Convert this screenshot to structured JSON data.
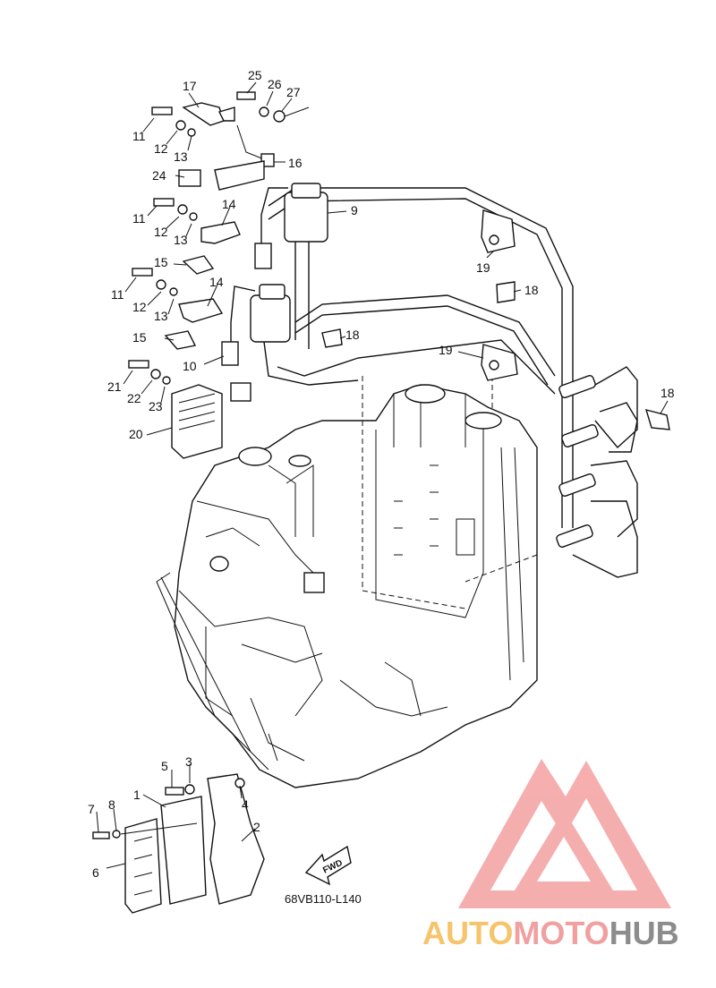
{
  "diagram": {
    "code": "68VB110-L140",
    "fwd": "FWD",
    "labels": {
      "l1": "1",
      "l2": "2",
      "l3": "3",
      "l4": "4",
      "l5": "5",
      "l6": "6",
      "l7": "7",
      "l8": "8",
      "l9": "9",
      "l10": "10",
      "l11a": "11",
      "l11b": "11",
      "l11c": "11",
      "l12a": "12",
      "l12b": "12",
      "l12c": "12",
      "l13a": "13",
      "l13b": "13",
      "l13c": "13",
      "l14a": "14",
      "l14b": "14",
      "l15a": "15",
      "l15b": "15",
      "l16": "16",
      "l17": "17",
      "l18a": "18",
      "l18b": "18",
      "l18c": "18",
      "l19a": "19",
      "l19b": "19",
      "l20": "20",
      "l21": "21",
      "l22": "22",
      "l23": "23",
      "l24": "24",
      "l25": "25",
      "l26": "26",
      "l27": "27"
    }
  },
  "watermark": {
    "part1": "AUTO",
    "part2": "MOTO",
    "part3": "HUB",
    "colors": {
      "auto": "#f6c46a",
      "moto": "#f0a0a0",
      "hub": "#8c8c8c",
      "logo": "#f4a0a0"
    }
  }
}
